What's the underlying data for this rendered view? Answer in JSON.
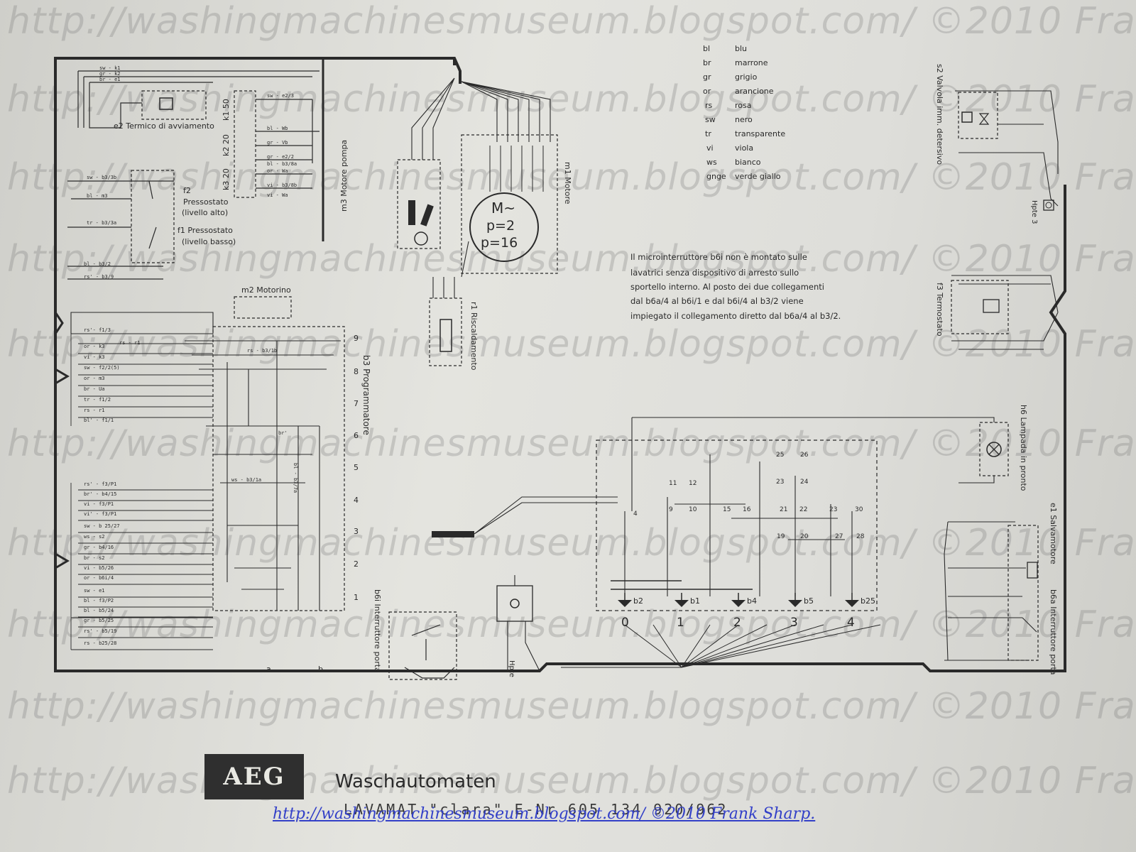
{
  "watermark": "http://washingmachinesmuseum.blogspot.com/ ©2010 Frank Sharp.",
  "color_legend": [
    {
      "code": "bl",
      "name": "blu"
    },
    {
      "code": "br",
      "name": "marrone"
    },
    {
      "code": "gr",
      "name": "grigio"
    },
    {
      "code": "or",
      "name": "arancione"
    },
    {
      "code": "rs",
      "name": "rosa"
    },
    {
      "code": "sw",
      "name": "nero"
    },
    {
      "code": "tr",
      "name": "transparente"
    },
    {
      "code": "vi",
      "name": "viola"
    },
    {
      "code": "ws",
      "name": "bianco"
    },
    {
      "code": "gnge",
      "name": "verde giallo"
    }
  ],
  "note_lines": [
    "Il microinterruttore b6i non è montato sulle",
    "lavatrici senza dispositivo di arresto sullo",
    "sportello interno. Al posto dei due collegamenti",
    "dal b6a/4 al b6i/1 e dal b6i/4 al b3/2 viene",
    "impiegato il collegamento diretto dal b6a/4 al b3/2."
  ],
  "components": {
    "e2": "e2 Termico di avviamento",
    "f2_title": "f2",
    "f2_line1": "Pressostato",
    "f2_line2": "(livello alto)",
    "f1_line1": "f1 Pressostato",
    "f1_line2": "(livello basso)",
    "k1": "k1 50",
    "k2": "k2 20",
    "k3": "k3 20",
    "m2": "m2 Motorino",
    "b3": "b3 Programmatore",
    "m3": "m3 Motore pompa",
    "m1": "m1 Motore",
    "r1": "r1 Riscaldamento",
    "b6i": "b6i Interruttore porta",
    "hpte": "Hpte",
    "s2": "s2 Valvola imm. detersivo",
    "hpte3": "Hpte 3",
    "f3": "f3 Termostato",
    "h6": "h6 Lampada in pronto",
    "e1": "e1 Salvamotore",
    "b6a": "b6a Interruttore porta"
  },
  "motor": {
    "symbol": "M~",
    "p1": "p=2",
    "p2": "p=16"
  },
  "b3_left_wires": [
    "rs'- f1/3",
    "rs - r1",
    "or - k3",
    "vi - k3",
    "sw - f2/2(5)",
    "or - m3",
    "br - Ua",
    "tr - f1/2",
    "rs - r1",
    "bl' - f1/1"
  ],
  "b3_left_wires2": [
    "rs' - f3/P1",
    "br' - b4/15",
    "vi - f3/P1",
    "vi' - f3/P1",
    "sw - b 25/27",
    "ws - s2",
    "gr - b4/16",
    "br - s2",
    "vi - b5/26",
    "or - b6i/4",
    "sw - e1",
    "bl - f3/P2",
    "bl - b5/24",
    "gr - b5/25",
    "rs' - b5/19",
    "rs - b25/28"
  ],
  "left_panel_wires": [
    "sw - b3/3b",
    "bl - m3",
    "tr - b3/3a",
    "bl - b3/2",
    "rs' - b3/9"
  ],
  "top_wires": [
    "sw - k1",
    "gr - k2",
    "br - e1"
  ],
  "k_wires": [
    "sw - e2/3",
    "bl - Wb",
    "gr - Vb",
    "gr - e2/2",
    "bl - b3/8a",
    "or - Wa",
    "vi - b3/8b",
    "vi - Wa"
  ],
  "program_steps": [
    "9",
    "8",
    "7",
    "6",
    "5",
    "4",
    "3",
    "2",
    "1"
  ],
  "program_columns": [
    "a",
    "b"
  ],
  "cam_labels": [
    "rs - b3/1b",
    "br'",
    "ws - b3/1a",
    "bl - b3/7a"
  ],
  "selector_positions": [
    "0",
    "1",
    "2",
    "3",
    "4"
  ],
  "selector_switches": [
    "b2",
    "b1",
    "b4",
    "b5",
    "b25"
  ],
  "selector_contacts": [
    "11",
    "12",
    "25",
    "26",
    "23",
    "24",
    "4",
    "9",
    "10",
    "15",
    "16",
    "21",
    "22",
    "23",
    "30",
    "19",
    "20",
    "27",
    "28"
  ],
  "footer": {
    "logo": "AEG",
    "title": "Waschautomaten",
    "model": "LAVAMAT \"clara\"  E-Nr 605 134 920/962",
    "link": "http://washingmachinesmuseum.blogspot.com/ ©2010 Frank Sharp."
  }
}
